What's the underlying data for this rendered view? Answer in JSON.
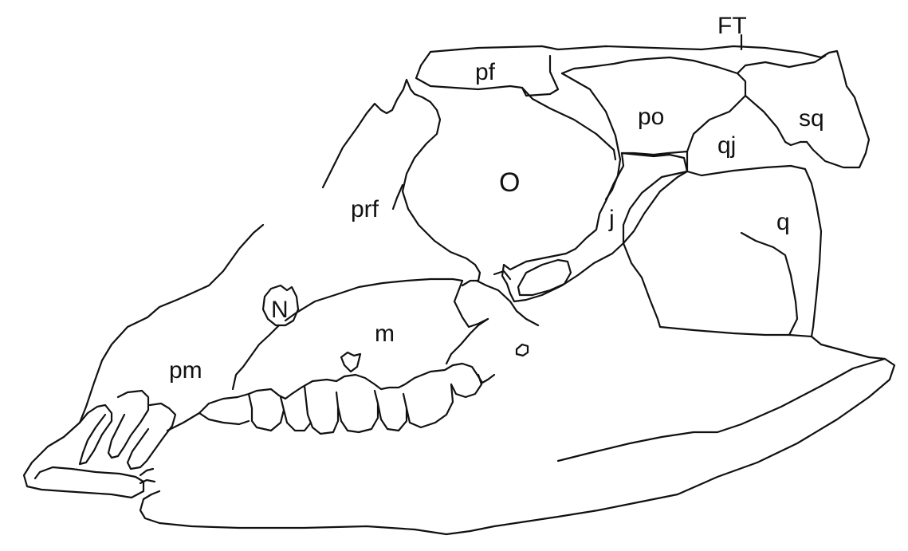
{
  "figure": {
    "labels": {
      "frontal_tip": "FT",
      "postfrontal": "pf",
      "postorbital": "po",
      "squamosal": "sq",
      "quadratojugal": "qj",
      "orbit": "O",
      "prefrontal": "prf",
      "jugal": "j",
      "quadrate": "q",
      "naris": "N",
      "maxilla": "m",
      "premaxilla": "pm"
    },
    "line_color": "#111111",
    "background": "#ffffff"
  }
}
